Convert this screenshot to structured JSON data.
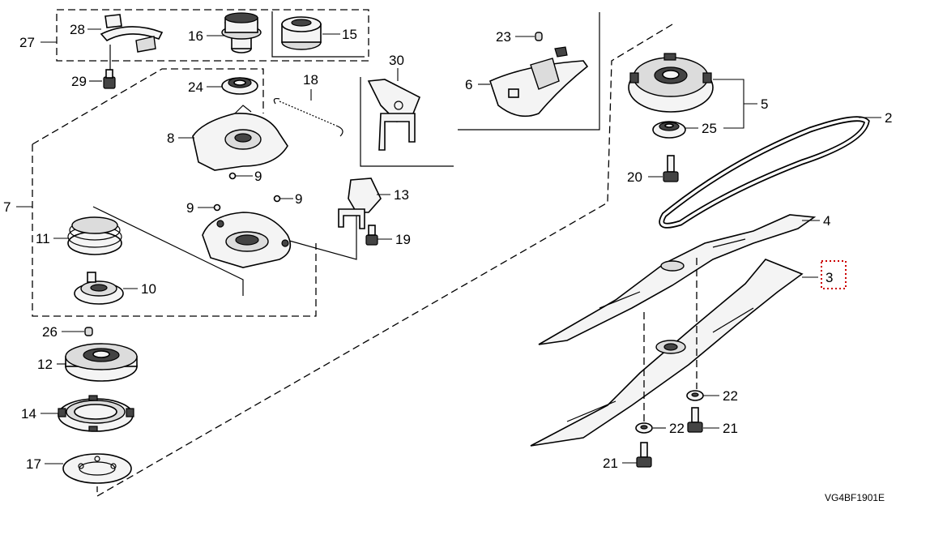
{
  "diagram": {
    "callouts": {
      "c2": "2",
      "c3": "3",
      "c4": "4",
      "c5": "5",
      "c6": "6",
      "c7": "7",
      "c8": "8",
      "c9a": "9",
      "c9b": "9",
      "c9c": "9",
      "c10": "10",
      "c11": "11",
      "c12": "12",
      "c13": "13",
      "c14": "14",
      "c15": "15",
      "c16": "16",
      "c17": "17",
      "c18": "18",
      "c19": "19",
      "c20": "20",
      "c21a": "21",
      "c21b": "21",
      "c22a": "22",
      "c22b": "22",
      "c23": "23",
      "c24": "24",
      "c25": "25",
      "c26": "26",
      "c27": "27",
      "c28": "28",
      "c29": "29",
      "c30": "30"
    },
    "drawing_code": "VG4BF1901E",
    "highlight_color": "#cc0000"
  }
}
